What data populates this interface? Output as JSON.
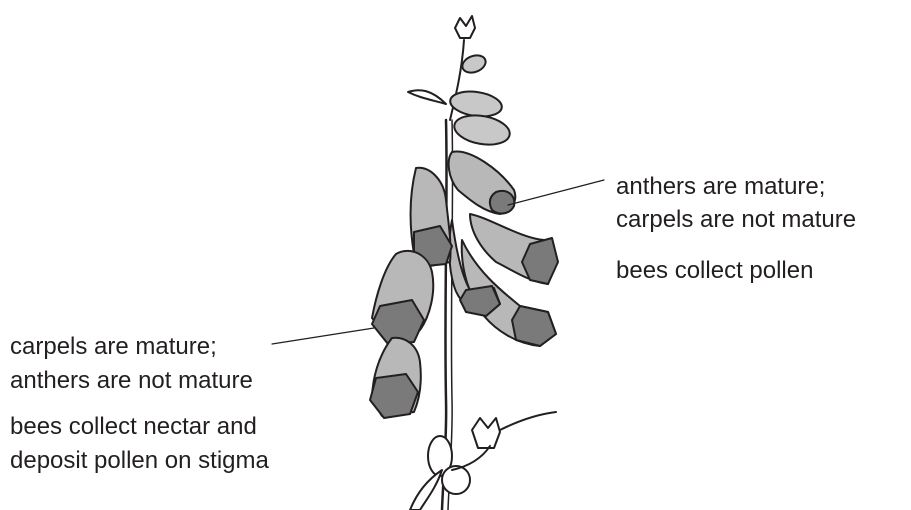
{
  "labels": {
    "upper_flowers": {
      "line1": "anthers are mature;",
      "line2": "carpels are not mature",
      "line3": "bees collect pollen"
    },
    "lower_flowers": {
      "line1": "carpels are mature;",
      "line2": "anthers are not mature",
      "line3": "bees collect nectar and",
      "line4": "deposit pollen on stigma"
    }
  },
  "colors": {
    "outline": "#231f20",
    "flower_body": "#b8b8b8",
    "flower_mouth": "#7a7a7a",
    "bud": "#c8c8c8"
  }
}
